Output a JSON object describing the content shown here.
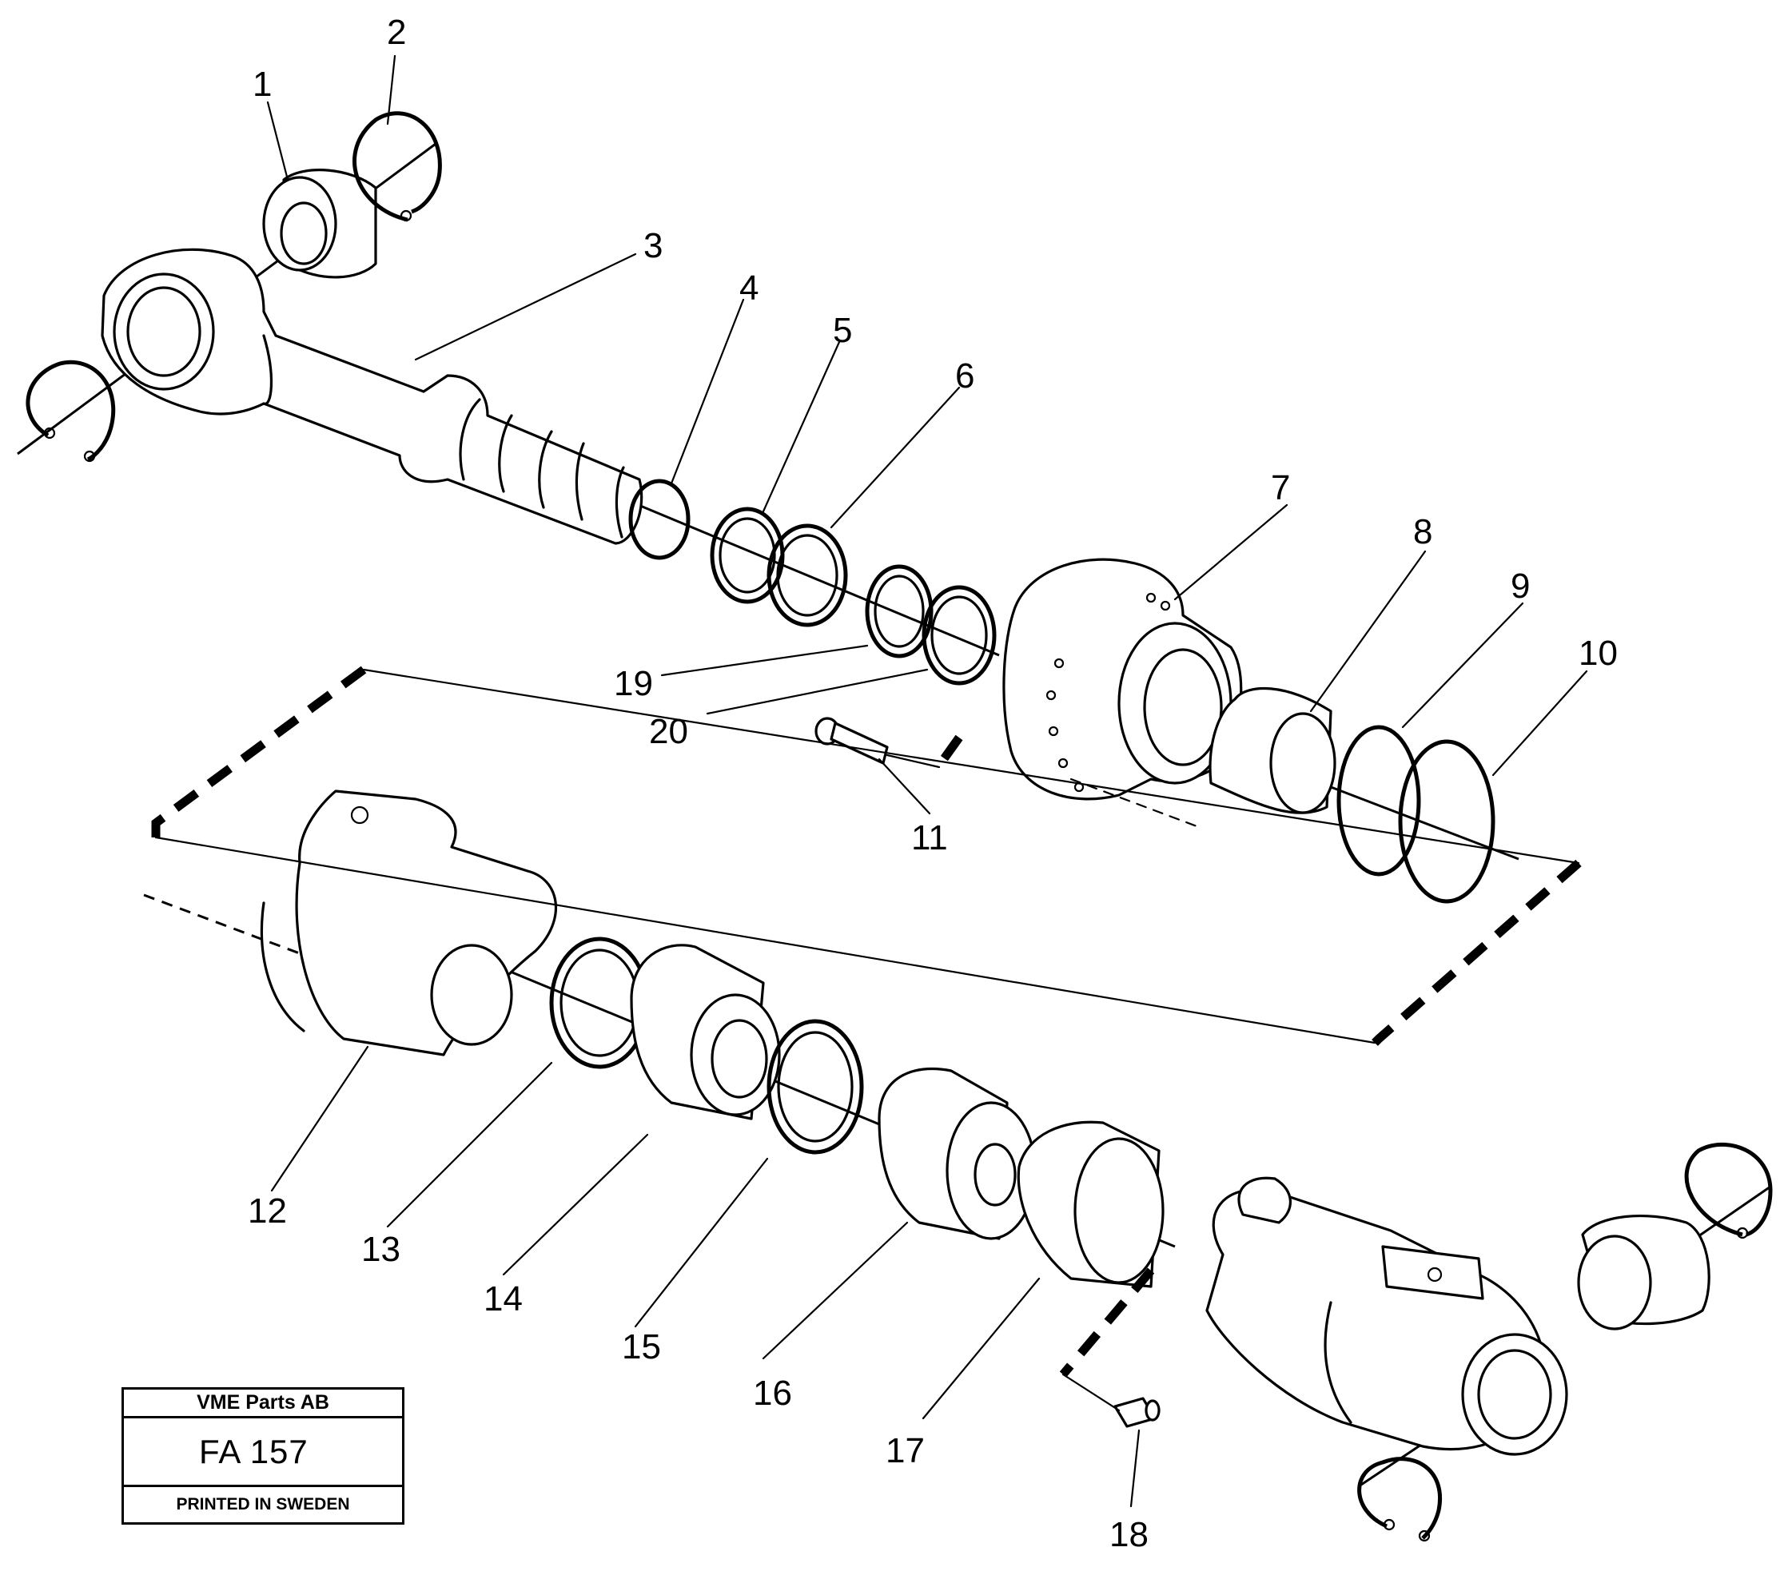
{
  "callouts": [
    "1",
    "2",
    "3",
    "4",
    "5",
    "6",
    "7",
    "8",
    "9",
    "10",
    "11",
    "12",
    "13",
    "14",
    "15",
    "16",
    "17",
    "18",
    "19",
    "20"
  ],
  "title_block": {
    "company": "VME Parts AB",
    "code": "FA 157",
    "printed": "PRINTED IN SWEDEN"
  }
}
